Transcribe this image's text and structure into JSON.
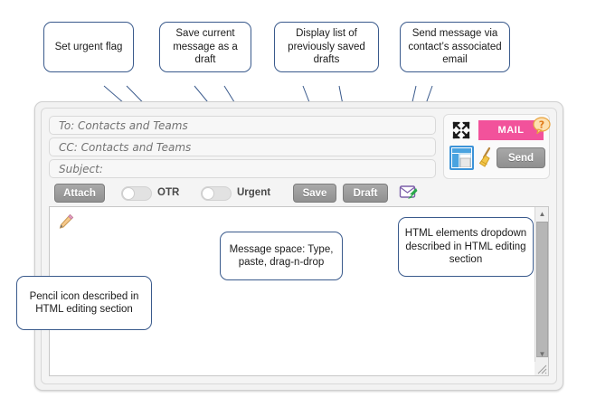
{
  "annotations": [
    {
      "id": "set-urgent-flag",
      "text": "Set urgent flag"
    },
    {
      "id": "save-draft",
      "text": "Save current message as a draft"
    },
    {
      "id": "display-drafts",
      "text": "Display list of previously saved drafts"
    },
    {
      "id": "send-via-email",
      "text": "Send message via contact’s associated email"
    },
    {
      "id": "html-dropdown",
      "text": "HTML elements dropdown described in HTML editing section"
    },
    {
      "id": "message-space",
      "text": "Message space: Type, paste, drag-n-drop"
    },
    {
      "id": "pencil-icon",
      "text": "Pencil icon described in HTML editing section"
    }
  ],
  "compose": {
    "fields": {
      "to": {
        "placeholder": "To: Contacts and Teams",
        "value": ""
      },
      "cc": {
        "placeholder": "CC: Contacts and Teams",
        "value": ""
      },
      "subject": {
        "placeholder": "Subject:",
        "value": ""
      }
    },
    "toolbar": {
      "attach_label": "Attach",
      "otr_label": "OTR",
      "otr_state": "off",
      "urgent_label": "Urgent",
      "urgent_state": "off",
      "save_label": "Save",
      "draft_label": "Draft",
      "send_email_icon": "envelope-arrow-icon"
    },
    "actions": {
      "fullscreen_icon": "fullscreen-expand-icon",
      "html_elements_icon": "html-elements-dropdown-icon",
      "mail_badge": "MAIL",
      "help_icon": "question-mark-help-icon",
      "broom_icon": "broom-clear-icon",
      "send_label": "Send"
    },
    "body": {
      "pencil_icon": "pencil-icon",
      "text": "",
      "scrollbar": {
        "up_arrow": "▲",
        "down_arrow": "▼"
      }
    }
  },
  "colors": {
    "mail_badge": "#f2529b",
    "button_grey": "#9b9b9b",
    "callout_border": "#3a5a8c",
    "html_icon_blue": "#3c93d8",
    "help_orange": "#f0a030",
    "dialog_bg": "#f2f2f2"
  }
}
